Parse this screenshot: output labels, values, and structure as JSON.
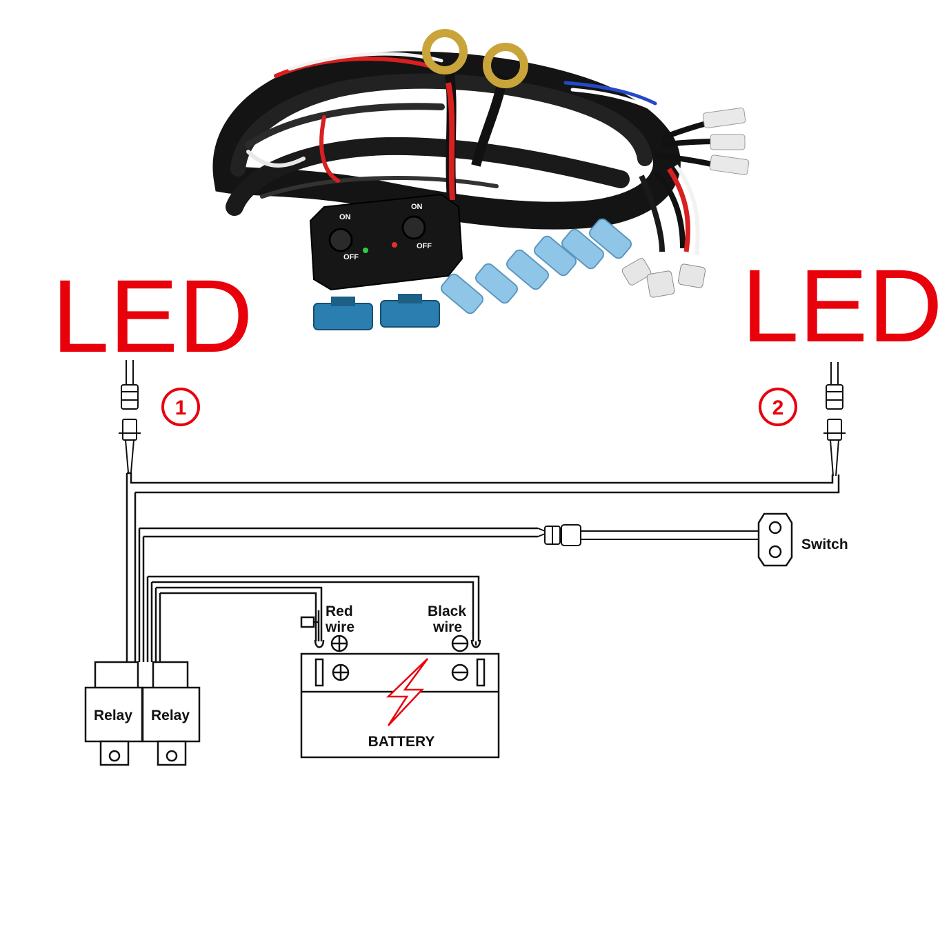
{
  "labels": {
    "led_left": "LED",
    "led_right": "LED",
    "marker_1": "1",
    "marker_2": "2",
    "switch": "Switch",
    "red_wire_line1": "Red",
    "red_wire_line2": "wire",
    "black_wire_line1": "Black",
    "black_wire_line2": "wire",
    "relay_1": "Relay",
    "relay_2": "Relay",
    "battery": "BATTERY",
    "switch_on_1": "ON",
    "switch_off_1": "OFF",
    "switch_on_2": "ON",
    "switch_off_2": "OFF"
  },
  "colors": {
    "accent_red": "#e8000b",
    "line": "#111111",
    "fuse_blue": "#2a7fb0",
    "terminal_blue": "#8fc6e8",
    "ring_brass": "#c9a43a",
    "led_green": "#2ecc40",
    "led_red": "#e53030"
  }
}
